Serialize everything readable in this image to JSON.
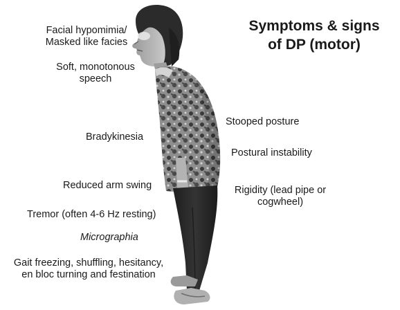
{
  "title": {
    "line1": "Symptoms & signs",
    "line2": "of DP (motor)"
  },
  "left_labels": {
    "facial_line1": "Facial hypomimia/",
    "facial_line2": "Masked like facies",
    "speech_line1": "Soft, monotonous",
    "speech_line2": "speech",
    "bradykinesia": "Bradykinesia",
    "arm_swing": "Reduced arm swing",
    "tremor": "Tremor (often 4-6 Hz resting)",
    "micrographia": "Micrographia",
    "gait_line1": "Gait freezing, shuffling, hesitancy,",
    "gait_line2": "en bloc turning and festination"
  },
  "right_labels": {
    "stooped": "Stooped posture",
    "instability": "Postural instability",
    "rigidity_line1": "Rigidity (lead pipe or",
    "rigidity_line2": "cogwheel)"
  },
  "colors": {
    "text": "#1a1a1a",
    "hair": "#2b2b2b",
    "skin": "#bdbdbd",
    "shirt_base": "#8a8a8a",
    "shirt_pattern": "#3a3a3a",
    "trousers": "#262626",
    "shoes": "#b0b0b0"
  }
}
